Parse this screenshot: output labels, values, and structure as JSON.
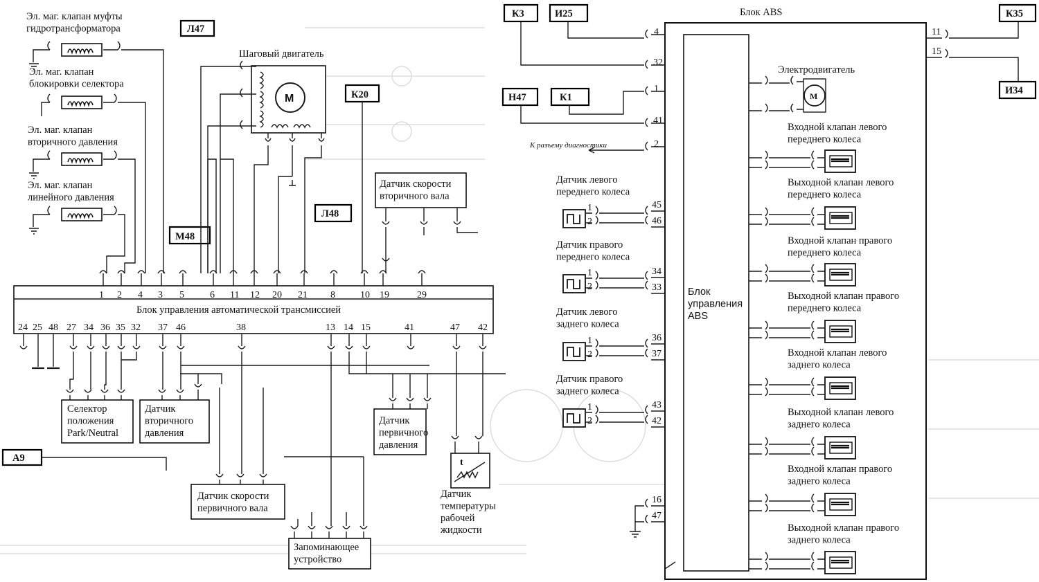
{
  "tcu": {
    "title": "Блок управления автоматической трансмиссией",
    "top_pins": [
      "1",
      "2",
      "4",
      "3",
      "5",
      "6",
      "11",
      "12",
      "20",
      "21",
      "8",
      "10",
      "19",
      "29"
    ],
    "bottom_pins": [
      "24",
      "25",
      "48",
      "27",
      "34",
      "36",
      "35",
      "32",
      "37",
      "46",
      "38",
      "13",
      "14",
      "15",
      "41",
      "47",
      "42"
    ]
  },
  "abs": {
    "title": "Блок ABS",
    "inner_title": "Блок управления ABS",
    "left_pins": [
      "4",
      "32",
      "1",
      "41",
      "2",
      "45",
      "46",
      "34",
      "33",
      "36",
      "37",
      "43",
      "42",
      "16",
      "47"
    ],
    "right_pins": [
      "11",
      "15"
    ]
  },
  "connectors": [
    "Л47",
    "М48",
    "К20",
    "Л48",
    "А9",
    "К3",
    "И25",
    "Н47",
    "К1",
    "К35",
    "И34"
  ],
  "left_components": [
    "Эл. маг. клапан муфты гидротрансформатора",
    "Эл. маг. клапан блокировки селектора",
    "Эл. маг. клапан вторичного давления",
    "Эл. маг. клапан линейного давления"
  ],
  "stepper": {
    "label": "Шаговый двигатель",
    "symbol": "M"
  },
  "tcu_boxes": {
    "vss2": "Датчик скорости вторичного вала",
    "selector": "Селектор положения Park/Neutral",
    "p2": "Датчик вторичного давления",
    "vss1": "Датчик скорости первичного вала",
    "p1": "Датчик первичного давления",
    "memory": "Запоминающее устройство",
    "temp": "Датчик температуры рабочей жидкости"
  },
  "abs_sensors": [
    {
      "label": "Датчик левого переднего колеса",
      "pins": [
        "45",
        "46"
      ]
    },
    {
      "label": "Датчик правого переднего колеса",
      "pins": [
        "34",
        "33"
      ]
    },
    {
      "label": "Датчик левого заднего колеса",
      "pins": [
        "36",
        "37"
      ]
    },
    {
      "label": "Датчик правого заднего колеса",
      "pins": [
        "43",
        "42"
      ]
    }
  ],
  "abs_valves": [
    "Входной клапан левого переднего колеса",
    "Выходной клапан левого переднего колеса",
    "Входной клапан правого переднего колеса",
    "Выходной клапан правого переднего колеса",
    "Входной клапан левого заднего колеса",
    "Выходной клапан левого заднего колеса",
    "Входной клапан правого заднего колеса",
    "Выходной клапан правого заднего колеса"
  ],
  "abs_misc": {
    "motor": "Электродвигатель",
    "diag": "К разъему диагностики",
    "motor_symbol": "M",
    "temp_symbol": "t"
  }
}
